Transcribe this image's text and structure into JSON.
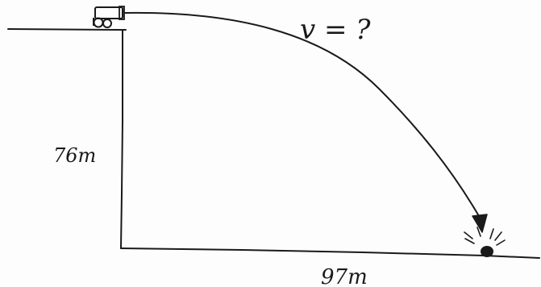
{
  "diagram": {
    "velocity_label": "v = ?",
    "height_label": "76m",
    "distance_label": "97m",
    "colors": {
      "ink": "#1a1a1a",
      "paper": "#fdfdfd"
    },
    "icons": [
      "cannon-icon",
      "cannonball-impact-icon",
      "arrowhead-icon"
    ]
  }
}
